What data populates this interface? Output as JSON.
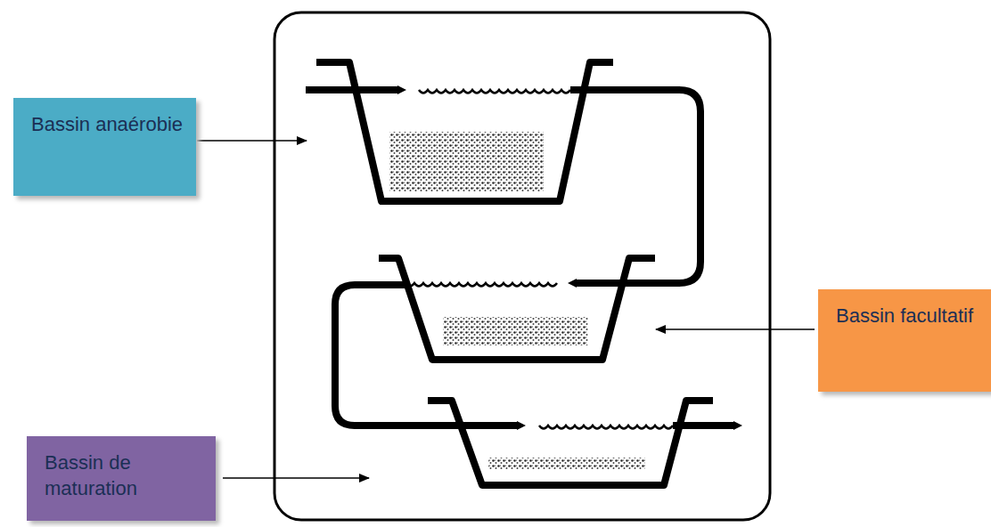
{
  "diagram": {
    "nodes": [
      {
        "text": [
          "Bassin anaérobie"
        ]
      },
      {
        "text": [
          "Bassin facultatif"
        ]
      },
      {
        "text": [
          "Bassin de maturation"
        ]
      }
    ]
  }
}
